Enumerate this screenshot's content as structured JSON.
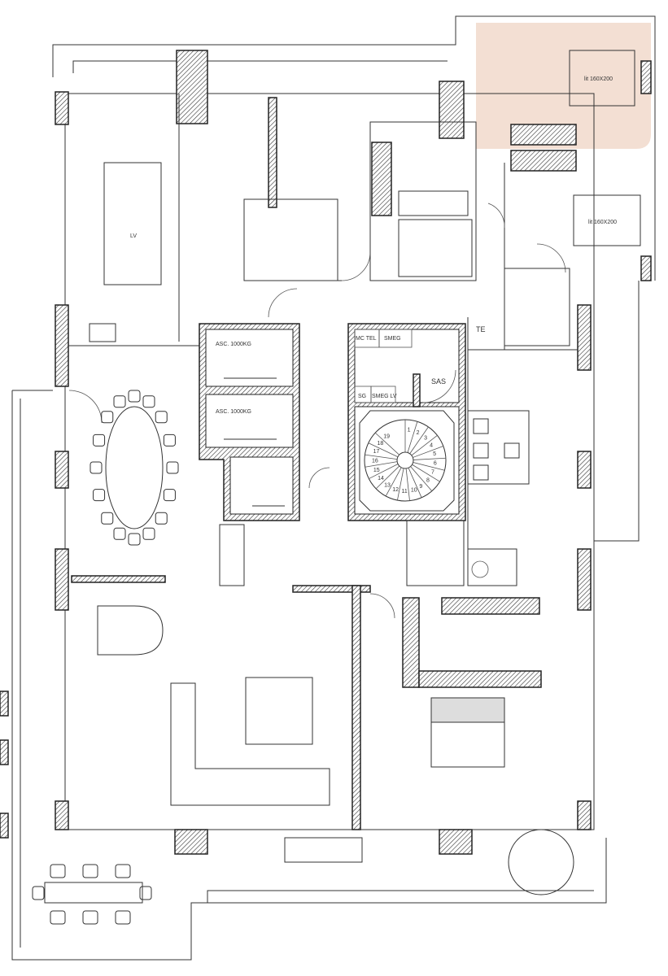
{
  "plan": {
    "labels": {
      "living_lv": "LV",
      "elevator_1": "ASC. 1000KG",
      "elevator_2": "ASC. 1000KG",
      "mc_tel": "MC TEL",
      "smeg": "SMEG",
      "te": "TE",
      "sas": "SAS",
      "sg": "SG",
      "smeg_lv": "SMEG LV",
      "bed_1": "lit 160X200",
      "bed_2": "lit 160X200"
    },
    "stair_steps": [
      "1",
      "2",
      "3",
      "4",
      "5",
      "6",
      "7",
      "8",
      "9",
      "10",
      "11",
      "12",
      "13",
      "14",
      "15",
      "16",
      "17",
      "18",
      "19"
    ],
    "colors": {
      "highlight": "#f3dfd3",
      "wall": "#222222",
      "line": "#333333"
    },
    "highlighted_room": "bedroom-top-right"
  }
}
